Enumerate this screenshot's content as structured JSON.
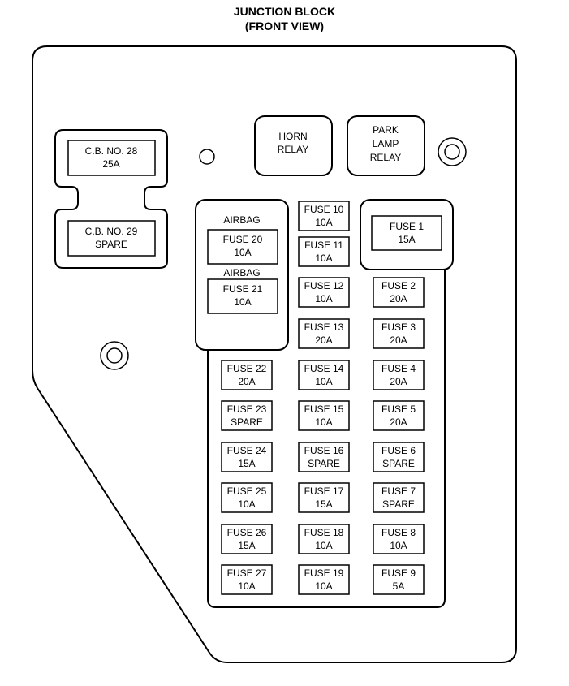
{
  "title": {
    "line1": "JUNCTION BLOCK",
    "line2": "(FRONT VIEW)"
  },
  "breakers": {
    "cb28": {
      "line1": "C.B. NO. 28",
      "line2": "25A"
    },
    "cb29": {
      "line1": "C.B. NO. 29",
      "line2": "SPARE"
    }
  },
  "relays": {
    "horn": {
      "line1": "HORN",
      "line2": "RELAY"
    },
    "park": {
      "line1": "PARK",
      "line2": "LAMP",
      "line3": "RELAY"
    }
  },
  "airbag": {
    "label1": "AIRBAG",
    "label2": "AIRBAG"
  },
  "fuses": {
    "f1": {
      "name": "FUSE 1",
      "rating": "15A"
    },
    "f2": {
      "name": "FUSE 2",
      "rating": "20A"
    },
    "f3": {
      "name": "FUSE 3",
      "rating": "20A"
    },
    "f4": {
      "name": "FUSE 4",
      "rating": "20A"
    },
    "f5": {
      "name": "FUSE 5",
      "rating": "20A"
    },
    "f6": {
      "name": "FUSE 6",
      "rating": "SPARE"
    },
    "f7": {
      "name": "FUSE 7",
      "rating": "SPARE"
    },
    "f8": {
      "name": "FUSE 8",
      "rating": "10A"
    },
    "f9": {
      "name": "FUSE 9",
      "rating": "5A"
    },
    "f10": {
      "name": "FUSE 10",
      "rating": "10A"
    },
    "f11": {
      "name": "FUSE 11",
      "rating": "10A"
    },
    "f12": {
      "name": "FUSE 12",
      "rating": "10A"
    },
    "f13": {
      "name": "FUSE 13",
      "rating": "20A"
    },
    "f14": {
      "name": "FUSE 14",
      "rating": "10A"
    },
    "f15": {
      "name": "FUSE 15",
      "rating": "10A"
    },
    "f16": {
      "name": "FUSE 16",
      "rating": "SPARE"
    },
    "f17": {
      "name": "FUSE 17",
      "rating": "15A"
    },
    "f18": {
      "name": "FUSE 18",
      "rating": "10A"
    },
    "f19": {
      "name": "FUSE 19",
      "rating": "10A"
    },
    "f20": {
      "name": "FUSE 20",
      "rating": "10A"
    },
    "f21": {
      "name": "FUSE 21",
      "rating": "10A"
    },
    "f22": {
      "name": "FUSE 22",
      "rating": "20A"
    },
    "f23": {
      "name": "FUSE 23",
      "rating": "SPARE"
    },
    "f24": {
      "name": "FUSE 24",
      "rating": "15A"
    },
    "f25": {
      "name": "FUSE 25",
      "rating": "10A"
    },
    "f26": {
      "name": "FUSE 26",
      "rating": "15A"
    },
    "f27": {
      "name": "FUSE 27",
      "rating": "10A"
    }
  }
}
